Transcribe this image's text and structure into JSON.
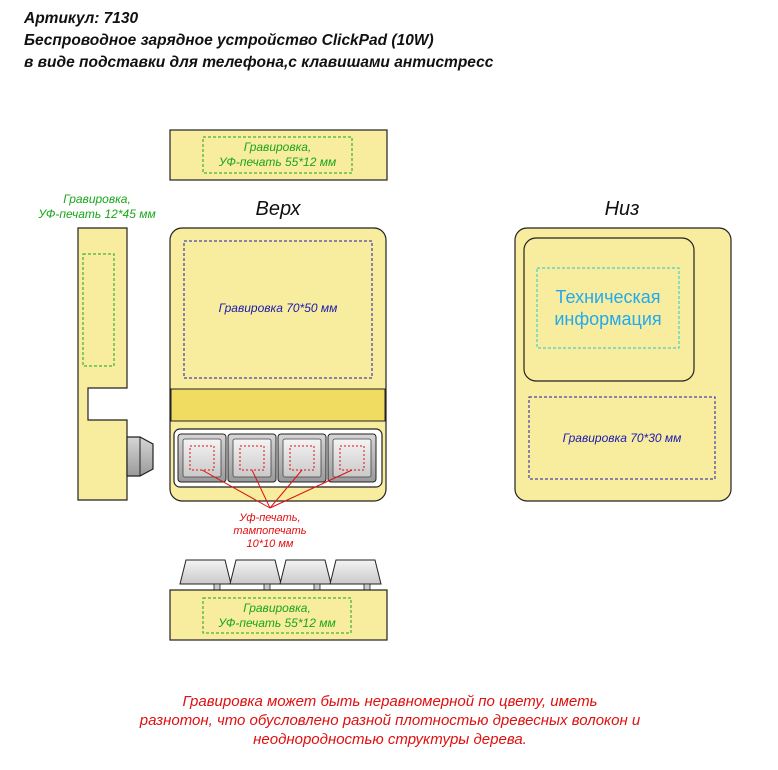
{
  "header": {
    "article": "Артикул: 7130",
    "title_line1": "Беспроводное зарядное устройство ClickPad (10W)",
    "title_line2": "в виде подставки для телефона,с клавишами антистресс"
  },
  "views": {
    "top_label": "Верх",
    "bottom_label": "Низ"
  },
  "zones": {
    "top_edge": {
      "line1": "Гравировка,",
      "line2": "УФ-печать 55*12 мм"
    },
    "side": {
      "line1": "Гравировка,",
      "line2": "УФ-печать 12*45 мм"
    },
    "top_face": "Гравировка 70*50 мм",
    "keys": {
      "line1": "Уф-печать,",
      "line2": "тампопечать",
      "line3": "10*10 мм"
    },
    "bottom_edge": {
      "line1": "Гравировка,",
      "line2": "УФ-печать 55*12 мм"
    },
    "tech_info": {
      "line1": "Техническая",
      "line2": "информация"
    },
    "bottom_face": "Гравировка 70*30 мм"
  },
  "note": {
    "line1": "Гравировка может быть неравномерной по цвету, иметь",
    "line2": "разнотон, что обусловлено разной плотностью древесных волокон и",
    "line3": "неоднородностью структуры дерева."
  },
  "colors": {
    "wood": "#f8ec9e",
    "wood_band": "#f0dc60",
    "outline": "#222222",
    "zone_green": "#1aa61a",
    "zone_blue": "#1a1ab0",
    "zone_red": "#e01010",
    "zone_cyan": "#22cccc"
  }
}
